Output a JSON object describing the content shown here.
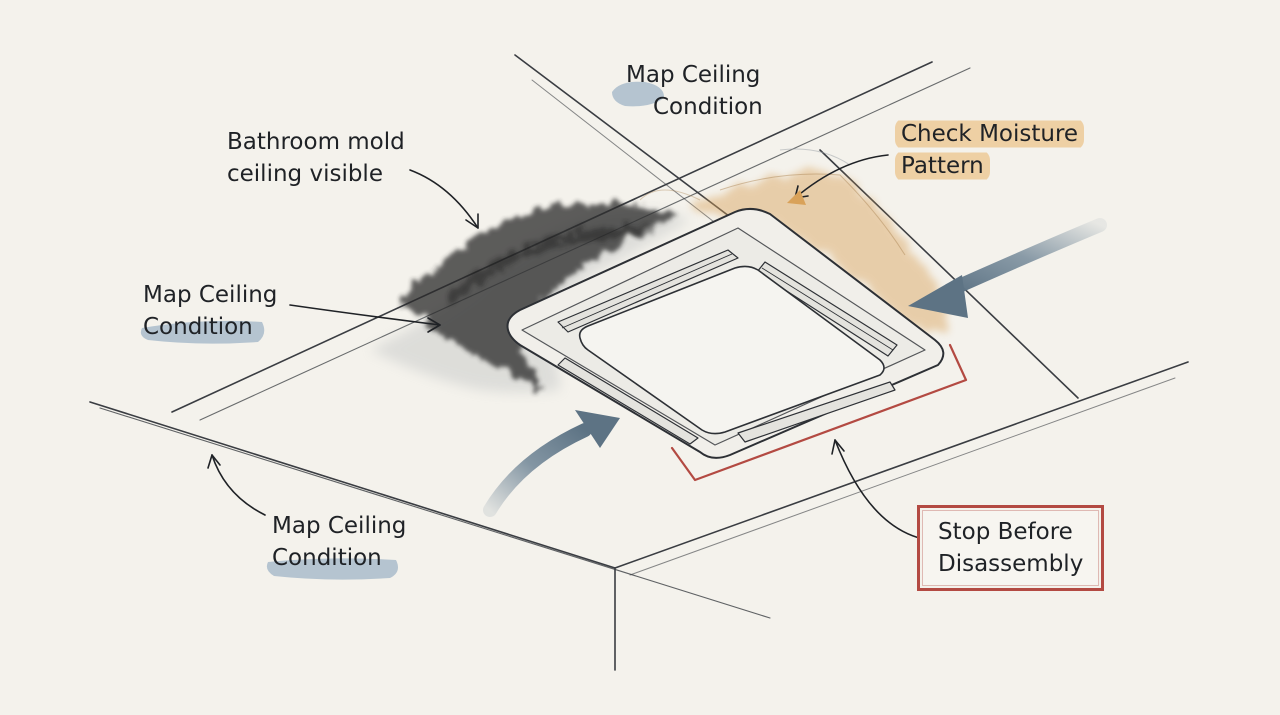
{
  "labels": {
    "top": {
      "line1": "Map Ceiling",
      "line2": "Condition"
    },
    "mold": {
      "line1": "Bathroom mold",
      "line2": "ceiling visible"
    },
    "moisture": {
      "line1": "Check Moisture",
      "line2": "Pattern"
    },
    "left": {
      "line1": "Map Ceiling",
      "line2": "Condition"
    },
    "bottom_left": {
      "line1": "Map Ceiling",
      "line2": "Condition"
    },
    "stop": {
      "line1": "Stop Before",
      "line2": "Disassembly"
    }
  },
  "colors": {
    "background": "#f4f2ec",
    "ink": "#1f2226",
    "airflow_arrow": "#6f8596",
    "mold": "#2c2c2c",
    "moisture_stain": "#d9a25a",
    "stop_box": "#b34a42",
    "label_highlight_blue": "#a9bccb",
    "label_highlight_orange": "#ecc48c"
  }
}
